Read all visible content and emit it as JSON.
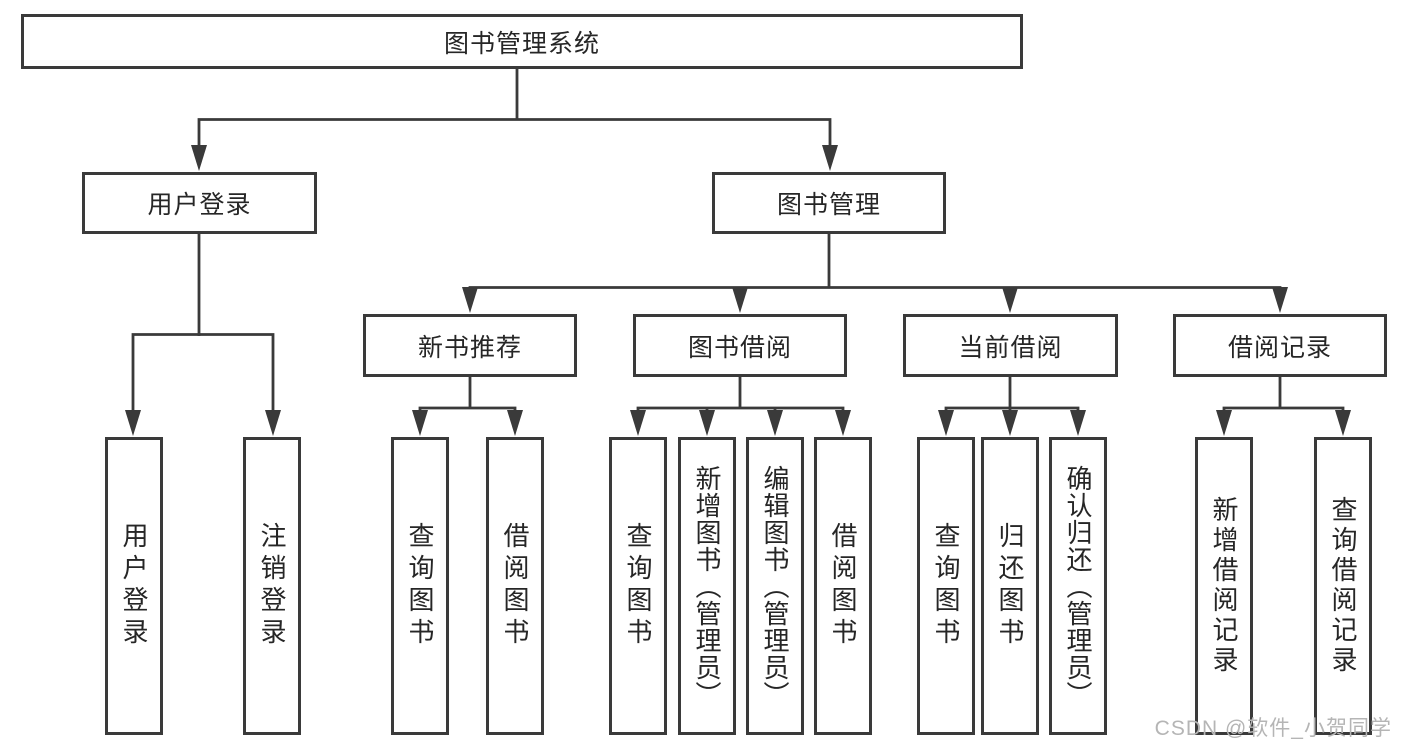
{
  "nodes": {
    "root": "图书管理系统",
    "user_login": "用户登录",
    "book_management": "图书管理",
    "new_book_recommendation": "新书推荐",
    "book_borrowing": "图书借阅",
    "current_borrowing": "当前借阅",
    "borrowing_records": "借阅记录",
    "leaf_user_login": "用户登录",
    "leaf_logout": "注销登录",
    "leaf_query_books_a": "查询图书",
    "leaf_borrow_books_a": "借阅图书",
    "leaf_query_books_b": "查询图书",
    "leaf_add_book_admin": "新增图书（管理员）",
    "leaf_edit_book_admin": "编辑图书（管理员）",
    "leaf_borrow_books_b": "借阅图书",
    "leaf_query_books_c": "查询图书",
    "leaf_return_books": "归还图书",
    "leaf_confirm_return_admin": "确认归还（管理员）",
    "leaf_add_borrow_record": "新增借阅记录",
    "leaf_query_borrow_record": "查询借阅记录"
  },
  "hierarchy": {
    "图书管理系统": {
      "用户登录": [
        "用户登录",
        "注销登录"
      ],
      "图书管理": {
        "新书推荐": [
          "查询图书",
          "借阅图书"
        ],
        "图书借阅": [
          "查询图书",
          "新增图书（管理员）",
          "编辑图书（管理员）",
          "借阅图书"
        ],
        "当前借阅": [
          "查询图书",
          "归还图书",
          "确认归还（管理员）"
        ],
        "借阅记录": [
          "新增借阅记录",
          "查询借阅记录"
        ]
      }
    }
  },
  "watermark": "CSDN @软件_小贺同学",
  "colors": {
    "line": "#3a3a3a",
    "text": "#262626",
    "watermark": "#b5b5b5",
    "background": "#ffffff"
  }
}
